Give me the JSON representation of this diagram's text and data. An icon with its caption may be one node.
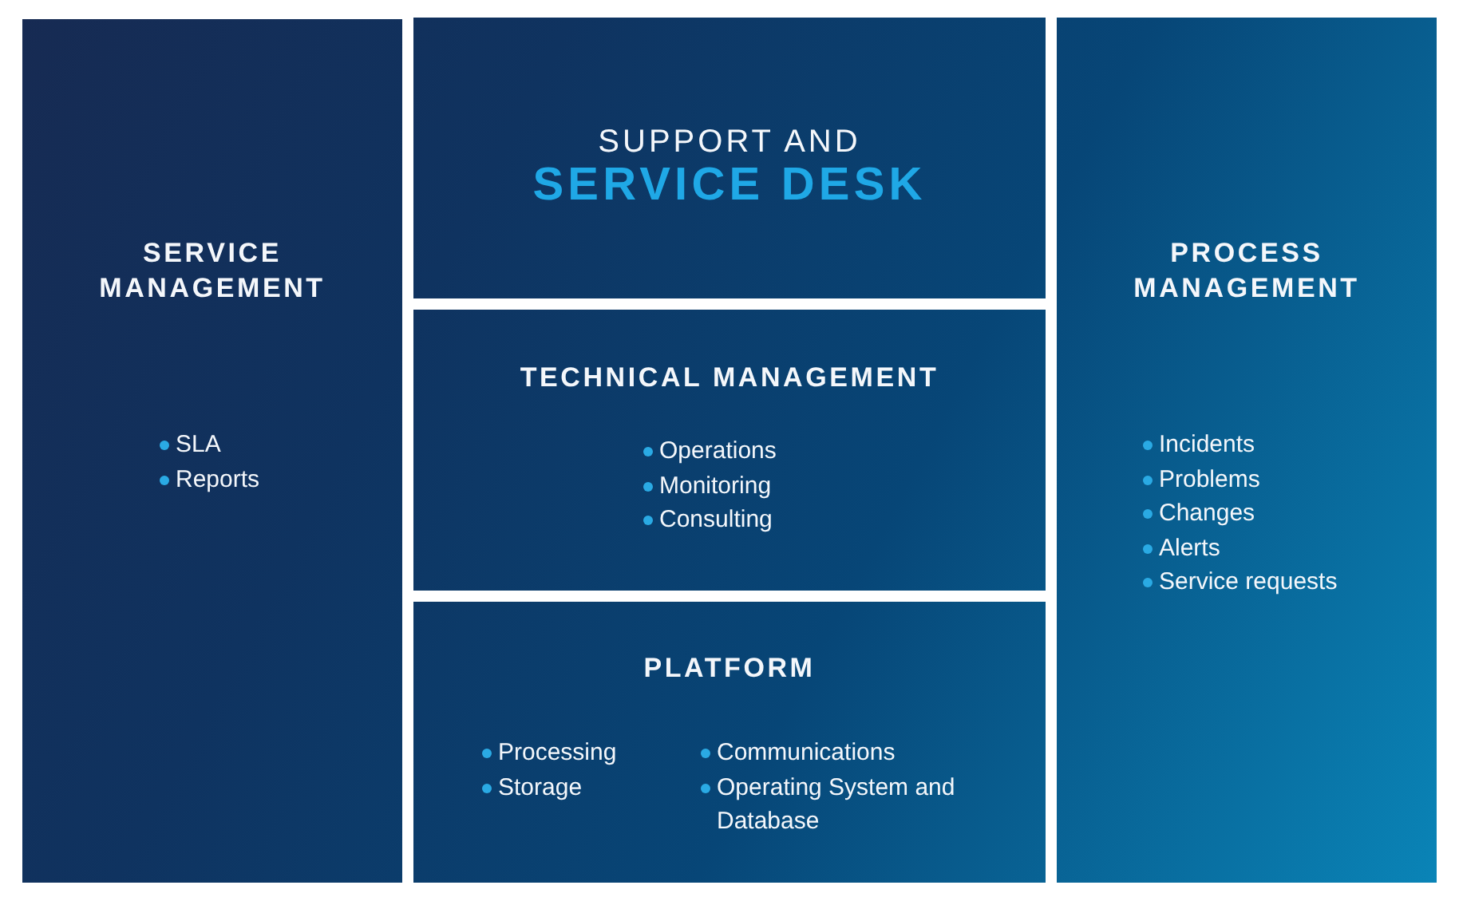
{
  "diagram": {
    "nodes": [
      {
        "text": [
          "SERVICE MANAGEMENT",
          "SLA",
          "Reports"
        ]
      },
      {
        "text": [
          "SUPPORT AND",
          "SERVICE DESK"
        ]
      },
      {
        "text": [
          "TECHNICAL MANAGEMENT",
          "Operations",
          "Monitoring",
          "Consulting"
        ]
      },
      {
        "text": [
          "PLATFORM",
          "Processing",
          "Storage",
          "Communications",
          "Operating System and Database"
        ]
      },
      {
        "text": [
          "PROCESS MANAGEMENT",
          "Incidents",
          "Problems",
          "Changes",
          "Alerts",
          "Service requests"
        ]
      }
    ]
  }
}
